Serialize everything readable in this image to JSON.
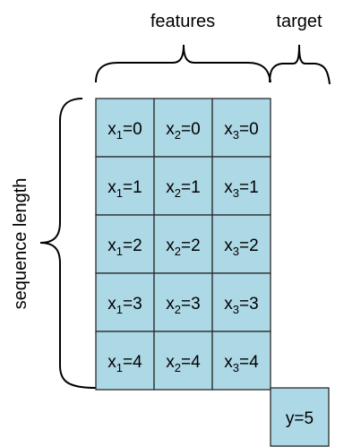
{
  "labels": {
    "features": "features",
    "target": "target",
    "sequence_length": "sequence length"
  },
  "colors": {
    "cell_fill": "#add8e6",
    "cell_border": "#2b2b2b",
    "line": "#000000"
  },
  "rows": [
    [
      {
        "var": "x",
        "sub": "1",
        "val": "=0"
      },
      {
        "var": "x",
        "sub": "2",
        "val": "=0"
      },
      {
        "var": "x",
        "sub": "3",
        "val": "=0"
      }
    ],
    [
      {
        "var": "x",
        "sub": "1",
        "val": "=1"
      },
      {
        "var": "x",
        "sub": "2",
        "val": "=1"
      },
      {
        "var": "x",
        "sub": "3",
        "val": "=1"
      }
    ],
    [
      {
        "var": "x",
        "sub": "1",
        "val": "=2"
      },
      {
        "var": "x",
        "sub": "2",
        "val": "=2"
      },
      {
        "var": "x",
        "sub": "3",
        "val": "=2"
      }
    ],
    [
      {
        "var": "x",
        "sub": "1",
        "val": "=3"
      },
      {
        "var": "x",
        "sub": "2",
        "val": "=3"
      },
      {
        "var": "x",
        "sub": "3",
        "val": "=3"
      }
    ],
    [
      {
        "var": "x",
        "sub": "1",
        "val": "=4"
      },
      {
        "var": "x",
        "sub": "2",
        "val": "=4"
      },
      {
        "var": "x",
        "sub": "3",
        "val": "=4"
      }
    ]
  ],
  "target_cell": {
    "text": "y=5"
  }
}
